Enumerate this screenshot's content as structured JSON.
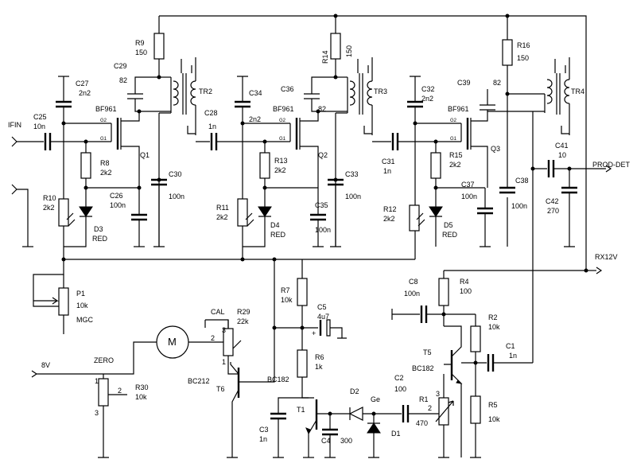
{
  "components": {
    "R9": {
      "ref": "R9",
      "value": "150"
    },
    "R14": {
      "ref": "R14",
      "value": "150"
    },
    "R16": {
      "ref": "R16",
      "value": "150"
    },
    "C29": {
      "ref": "C29",
      "value": "82"
    },
    "C36": {
      "ref": "C36",
      "value": "82"
    },
    "C39": {
      "ref": "C39",
      "value": "82"
    },
    "C27": {
      "ref": "C27",
      "value": "2n2"
    },
    "C34": {
      "ref": "C34",
      "value": "2n2"
    },
    "C32": {
      "ref": "C32",
      "value": "2n2"
    },
    "C25": {
      "ref": "C25",
      "value": "10n"
    },
    "C28": {
      "ref": "C28",
      "value": "1n"
    },
    "C31": {
      "ref": "C31",
      "value": "1n"
    },
    "C30": {
      "ref": "C30",
      "value": "100n"
    },
    "C33": {
      "ref": "C33",
      "value": "100n"
    },
    "C38": {
      "ref": "C38",
      "value": "100n"
    },
    "C26": {
      "ref": "C26",
      "value": "100n"
    },
    "C35": {
      "ref": "C35",
      "value": "100n"
    },
    "C37": {
      "ref": "C37",
      "value": "100n"
    },
    "C41": {
      "ref": "C41",
      "value": "10"
    },
    "C42": {
      "ref": "C42",
      "value": "270"
    },
    "R8": {
      "ref": "R8",
      "value": "2k2"
    },
    "R13": {
      "ref": "R13",
      "value": "2k2"
    },
    "R15": {
      "ref": "R15",
      "value": "2k2"
    },
    "R10": {
      "ref": "R10",
      "value": "2k2"
    },
    "R11": {
      "ref": "R11",
      "value": "2k2"
    },
    "R12": {
      "ref": "R12",
      "value": "2k2"
    },
    "D3": {
      "ref": "D3",
      "value": "RED"
    },
    "D4": {
      "ref": "D4",
      "value": "RED"
    },
    "D5": {
      "ref": "D5",
      "value": "RED"
    },
    "Q1": {
      "ref": "Q1",
      "value": "BF961"
    },
    "Q2": {
      "ref": "Q2",
      "value": "BF961"
    },
    "Q3": {
      "ref": "Q3",
      "value": "BF961"
    },
    "TR2": {
      "ref": "TR2"
    },
    "TR3": {
      "ref": "TR3"
    },
    "TR4": {
      "ref": "TR4"
    },
    "P1": {
      "ref": "P1",
      "value": "10k",
      "name": "MGC"
    },
    "R7": {
      "ref": "R7",
      "value": "10k"
    },
    "C5": {
      "ref": "C5",
      "value": "4u7"
    },
    "R6": {
      "ref": "R6",
      "value": "1k"
    },
    "R29": {
      "ref": "R29",
      "value": "22k",
      "name": "CAL"
    },
    "R30": {
      "ref": "R30",
      "value": "10k",
      "name": "ZERO"
    },
    "T6": {
      "ref": "T6",
      "value": "BC212"
    },
    "T1": {
      "ref": "T1",
      "value": "BC182"
    },
    "T5": {
      "ref": "T5",
      "value": "BC182"
    },
    "C3": {
      "ref": "C3",
      "value": "1n"
    },
    "C4": {
      "ref": "C4",
      "value": "300"
    },
    "C2": {
      "ref": "C2",
      "value": "100"
    },
    "R1": {
      "ref": "R1",
      "value": "470"
    },
    "D2": {
      "ref": "D2",
      "value": "Ge"
    },
    "D1": {
      "ref": "D1"
    },
    "C8": {
      "ref": "C8",
      "value": "100n"
    },
    "R4": {
      "ref": "R4",
      "value": "100"
    },
    "R2": {
      "ref": "R2",
      "value": "10k"
    },
    "R5": {
      "ref": "R5",
      "value": "10k"
    },
    "C1": {
      "ref": "C1",
      "value": "1n"
    }
  },
  "nets": {
    "ifin": "IFIN",
    "prod_det": "PROD-DET",
    "rx12v": "RX12V",
    "v8": "8V"
  },
  "pins": {
    "g1": "G1",
    "g2": "G2",
    "one": "1",
    "two": "2",
    "three": "3",
    "plus": "+"
  },
  "meter": {
    "symbol": "M"
  }
}
